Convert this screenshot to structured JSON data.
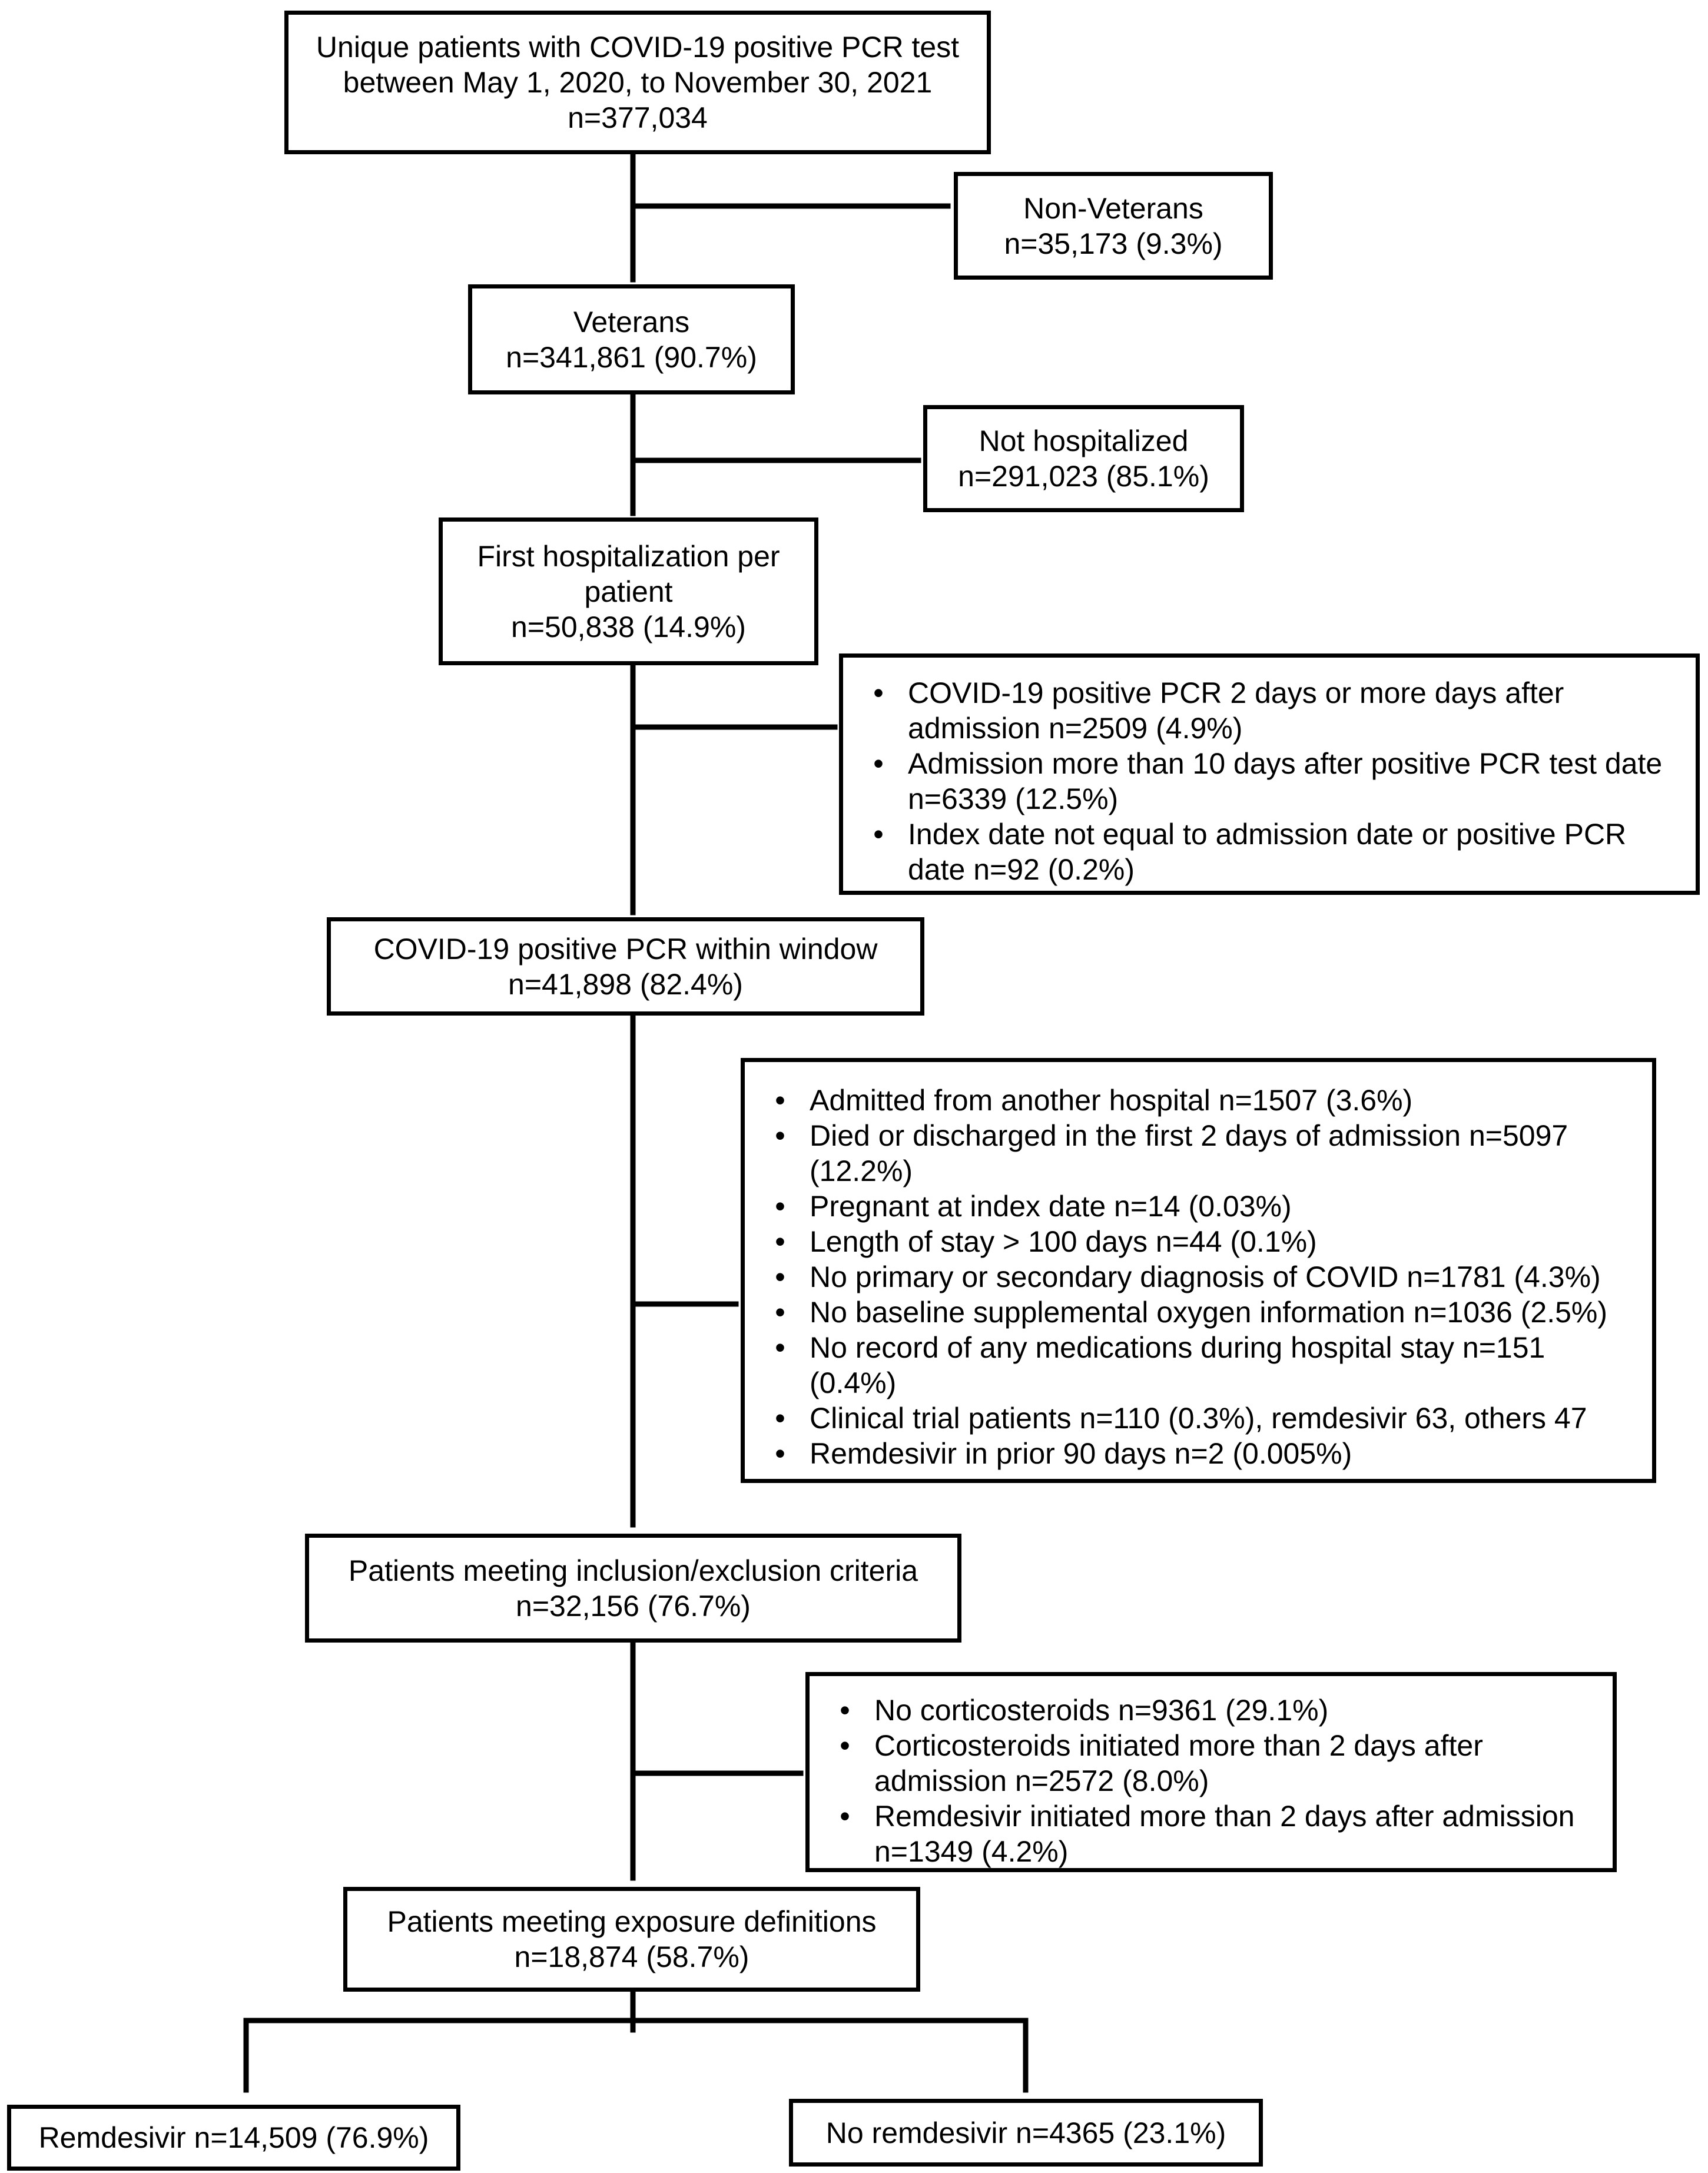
{
  "nodes": {
    "start": [
      "Unique patients with COVID-19 positive PCR test",
      "between May 1, 2020, to November 30, 2021",
      "n=377,034"
    ],
    "non_veterans": [
      "Non-Veterans",
      "n=35,173 (9.3%)"
    ],
    "veterans": [
      "Veterans",
      "n=341,861 (90.7%)"
    ],
    "not_hospitalized": [
      "Not hospitalized",
      "n=291,023 (85.1%)"
    ],
    "first_hosp": [
      "First hospitalization per patient",
      "n=50,838 (14.9%)"
    ],
    "pcr_window": [
      "COVID-19 positive PCR within window",
      "n=41,898 (82.4%)"
    ],
    "inclusion": [
      "Patients meeting inclusion/exclusion criteria",
      "n=32,156 (76.7%)"
    ],
    "exposure": [
      "Patients meeting exposure definitions",
      "n=18,874 (58.7%)"
    ],
    "remdesivir": [
      "Remdesivir n=14,509 (76.9%)"
    ],
    "no_remdesivir": [
      "No remdesivir n=4365 (23.1%)"
    ]
  },
  "exclusions": {
    "pcr_timing": [
      "COVID-19 positive PCR 2 days or more days after admission n=2509 (4.9%)",
      "Admission more than 10 days after positive PCR test date n=6339 (12.5%)",
      "Index date not equal to admission date or positive PCR date n=92 (0.2%)"
    ],
    "criteria": [
      "Admitted from another hospital n=1507 (3.6%)",
      "Died or discharged in the first 2 days of admission n=5097 (12.2%)",
      "Pregnant at index date n=14 (0.03%)",
      "Length of stay > 100 days n=44 (0.1%)",
      "No primary or secondary diagnosis of COVID n=1781 (4.3%)",
      "No baseline supplemental oxygen information n=1036 (2.5%)",
      "No record of any medications during hospital stay n=151 (0.4%)",
      "Clinical trial patients n=110 (0.3%), remdesivir 63, others 47",
      "Remdesivir in prior 90 days n=2 (0.005%)"
    ],
    "exposure": [
      "No corticosteroids n=9361 (29.1%)",
      "Corticosteroids initiated more than 2 days after admission n=2572 (8.0%)",
      "Remdesivir initiated more than 2 days after admission n=1349 (4.2%)"
    ]
  },
  "colors": {
    "stroke": "#000000",
    "background": "#ffffff"
  }
}
